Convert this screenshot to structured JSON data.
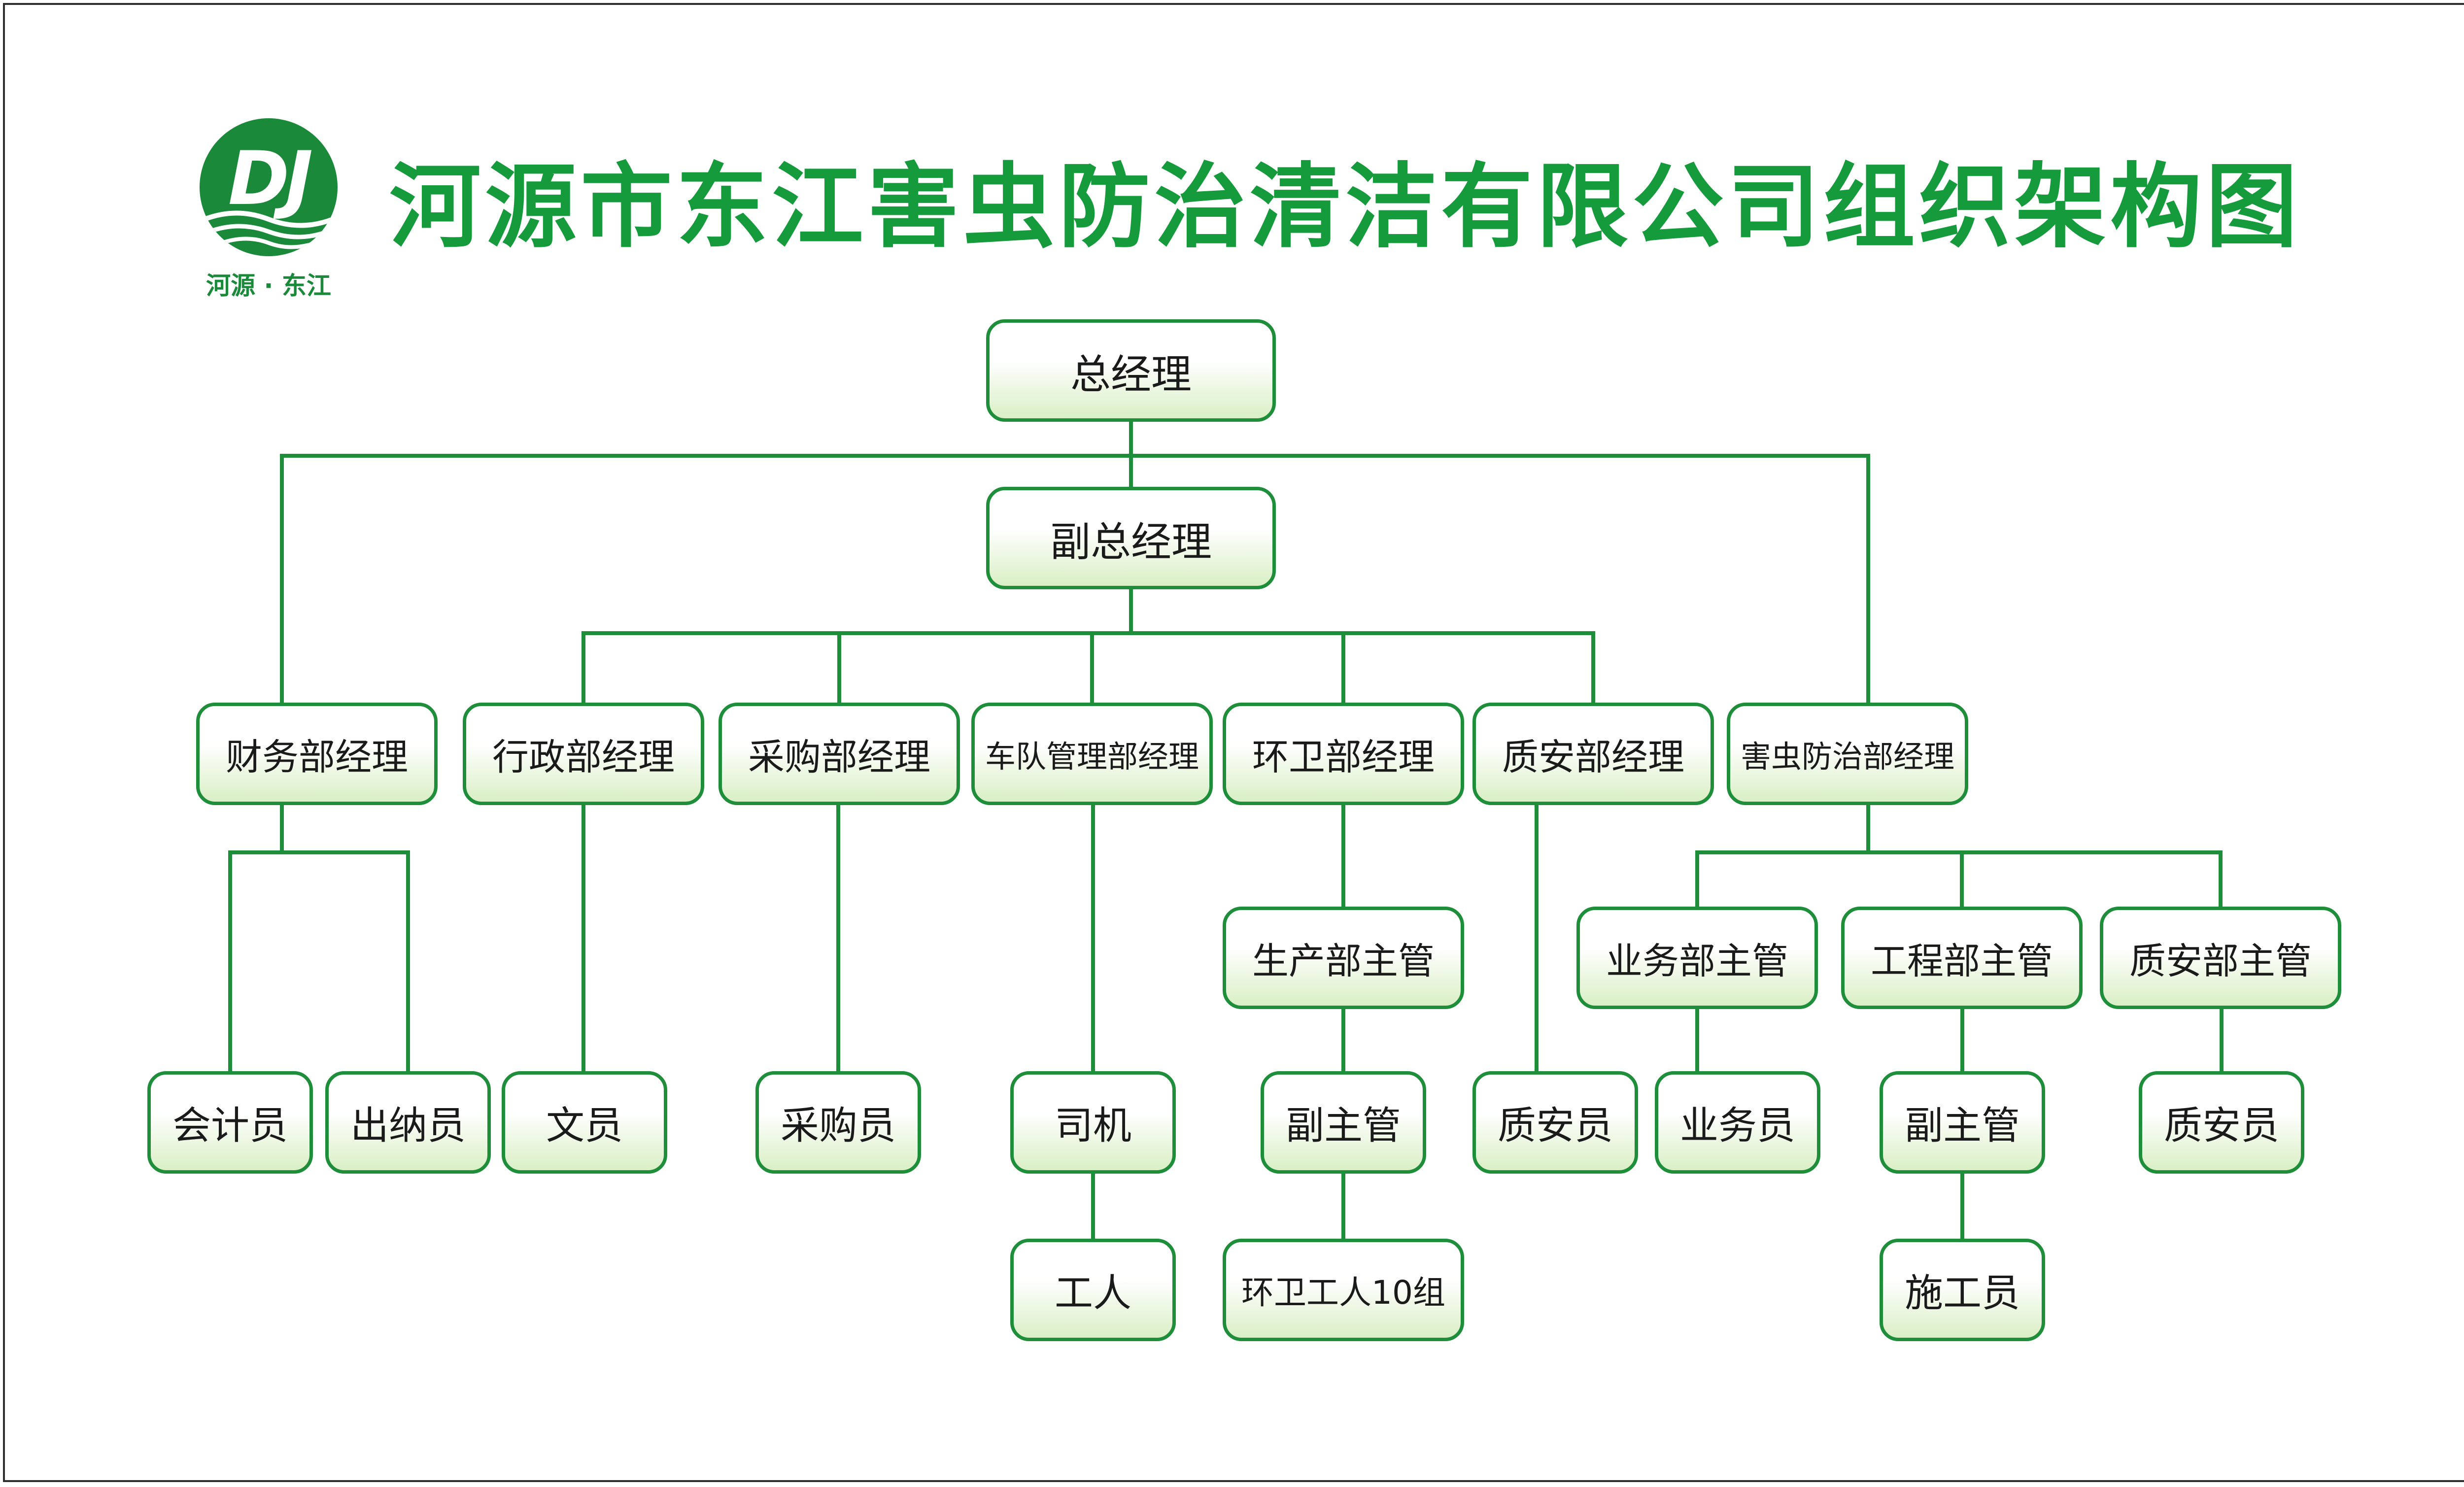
{
  "title": "河源市东江害虫防治清洁有限公司组织架构图",
  "logo": {
    "mark": "DJ",
    "caption": "河源 · 东江",
    "color": "#1a8a3a"
  },
  "colors": {
    "line": "#1f8e3b",
    "title": "#159a3c",
    "node_fill_bottom": "#d9efc5"
  },
  "nodes": {
    "gm": "总经理",
    "deputy_gm": "副总经理",
    "finance_mgr": "财务部经理",
    "admin_mgr": "行政部经理",
    "purchase_mgr": "采购部经理",
    "fleet_mgr": "车队管理部经理",
    "sanitation_mgr": "环卫部经理",
    "qa_mgr": "质安部经理",
    "pest_mgr": "害虫防治部经理",
    "accountant": "会计员",
    "cashier": "出纳员",
    "clerk": "文员",
    "buyer": "采购员",
    "driver": "司机",
    "worker": "工人",
    "production_supervisor": "生产部主管",
    "deputy_supervisor_sanitation": "副主管",
    "sanitation_workers": "环卫工人10组",
    "qa_officer": "质安员",
    "business_supervisor": "业务部主管",
    "engineering_supervisor": "工程部主管",
    "qa_supervisor": "质安部主管",
    "business_officer": "业务员",
    "deputy_supervisor_engineering": "副主管",
    "construction_officer": "施工员",
    "qa_officer_pest": "质安员"
  }
}
